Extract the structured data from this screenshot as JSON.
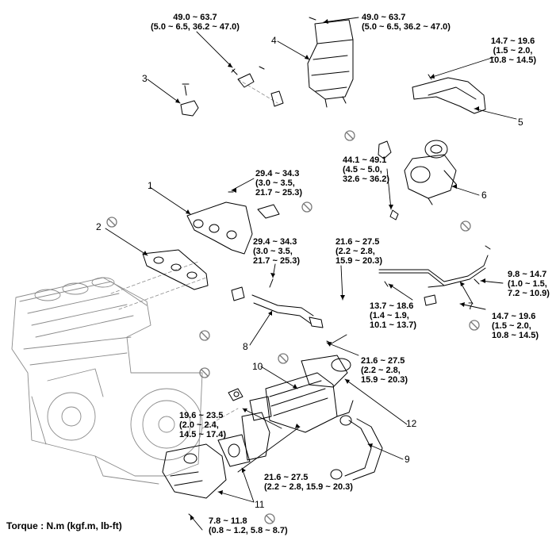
{
  "torques": {
    "t_cat_left": "49.0 ~ 63.7\n(5.0 ~ 6.5, 36.2 ~ 47.0)",
    "t_cat_right": "49.0 ~ 63.7\n(5.0 ~ 6.5, 36.2 ~ 47.0)",
    "t_heat_shield": "14.7 ~ 19.6\n(1.5 ~ 2.0,\n10.8 ~ 14.5)",
    "t_turbo": "44.1 ~ 49.1\n(4.5 ~ 5.0,\n32.6 ~ 36.2)",
    "t_manifold": "29.4 ~ 34.3\n(3.0 ~ 3.5,\n21.7 ~ 25.3)",
    "t_egr_pipe_bolt": "29.4 ~ 34.3\n(3.0 ~ 3.5,\n21.7 ~ 25.3)",
    "t_pipe_flange": "21.6 ~ 27.5\n(2.2 ~ 2.8,\n15.9 ~ 20.3)",
    "t_oil_pipe_right": "9.8 ~ 14.7\n(1.0 ~ 1.5,\n7.2 ~ 10.9)",
    "t_oil_pipe_left": "13.7 ~ 18.6\n(1.4 ~ 1.9,\n10.1 ~ 13.7)",
    "t_oil_pipe_lower": "14.7 ~ 19.6\n(1.5 ~ 2.0,\n10.8 ~ 14.5)",
    "t_cooler_top": "21.6 ~ 27.5\n(2.2 ~ 2.8,\n15.9 ~ 20.3)",
    "t_egr_valve": "19.6 ~ 23.5\n(2.0 ~ 2.4,\n14.5 ~ 17.4)",
    "t_cooler_bottom": "21.6 ~ 27.5\n(2.2 ~ 2.8, 15.9 ~ 20.3)",
    "t_valve_bottom": "7.8 ~ 11.8\n(0.8 ~ 1.2, 5.8 ~ 8.7)"
  },
  "callouts": {
    "n1": "1",
    "n2": "2",
    "n3": "3",
    "n4": "4",
    "n5": "5",
    "n6": "6",
    "n7": "7",
    "n8": "8",
    "n9": "9",
    "n10": "10",
    "n11": "11",
    "n12": "12"
  },
  "footer": {
    "torque_units": "Torque : N.m (kgf.m, lb-ft)"
  }
}
